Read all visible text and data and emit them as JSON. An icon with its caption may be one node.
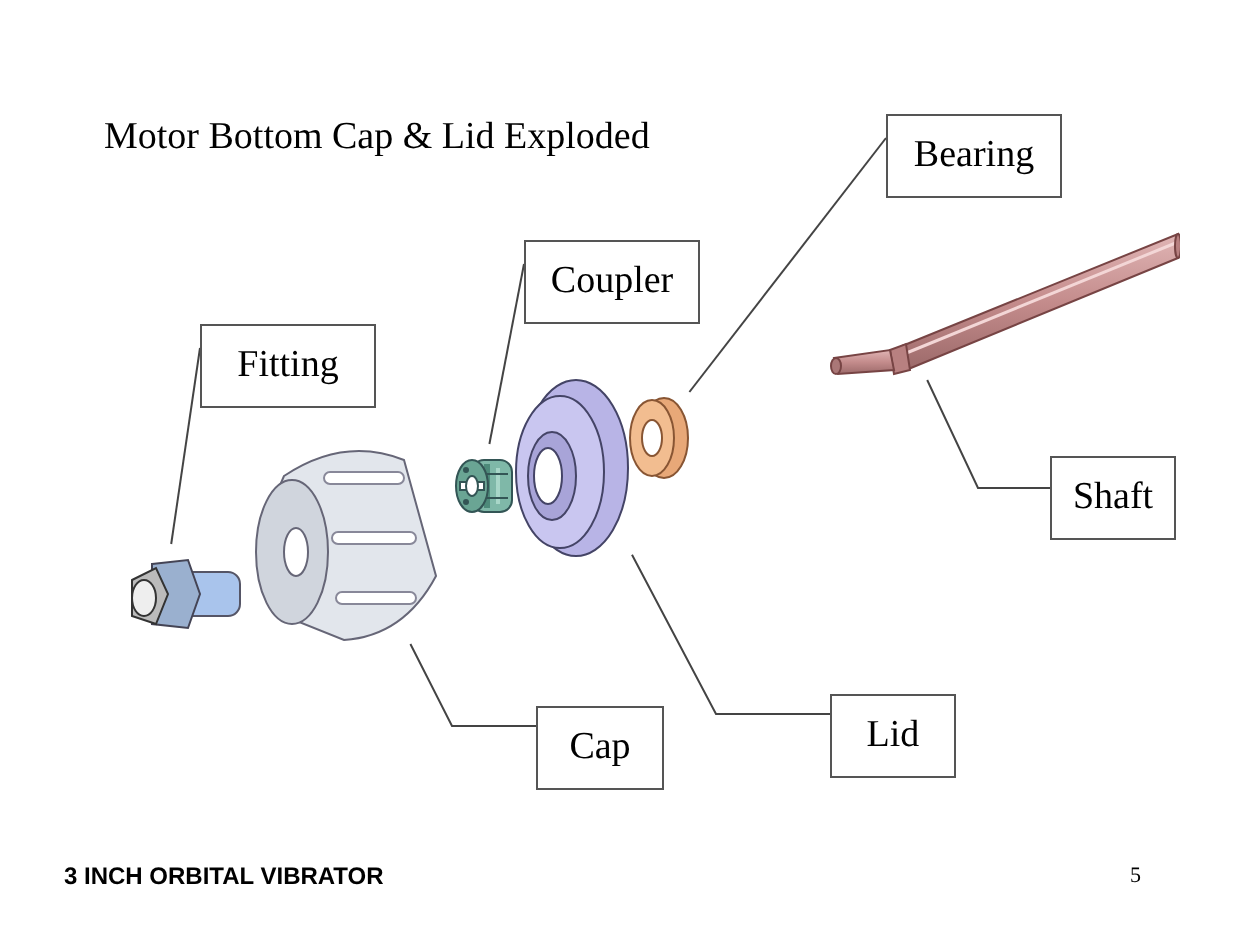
{
  "diagram": {
    "title": "Motor Bottom Cap & Lid Exploded",
    "nodes": [
      {
        "text": [
          "Bearing"
        ]
      },
      {
        "text": [
          "Coupler"
        ]
      },
      {
        "text": [
          "Fitting"
        ]
      },
      {
        "text": [
          "Shaft"
        ]
      },
      {
        "text": [
          "Cap"
        ]
      },
      {
        "text": [
          "Lid"
        ]
      },
      {
        "text": [],
        "shape": "picture"
      },
      {
        "text": [],
        "shape": "picture"
      },
      {
        "text": [],
        "shape": "picture"
      },
      {
        "text": [],
        "shape": "picture"
      },
      {
        "text": [],
        "shape": "picture"
      },
      {
        "text": [],
        "shape": "picture"
      }
    ],
    "edges": [
      {
        "from": 0,
        "to": 10,
        "arrow": "none"
      },
      {
        "from": 1,
        "to": 8,
        "arrow": "none"
      },
      {
        "from": 2,
        "to": 6,
        "arrow": "none"
      },
      {
        "from": 3,
        "to": 11,
        "arrow": "none"
      },
      {
        "from": 4,
        "to": 7,
        "arrow": "none"
      },
      {
        "from": 5,
        "to": 9,
        "arrow": "none"
      }
    ],
    "labels": [
      "3 INCH ORBITAL VIBRATOR",
      "5"
    ]
  }
}
